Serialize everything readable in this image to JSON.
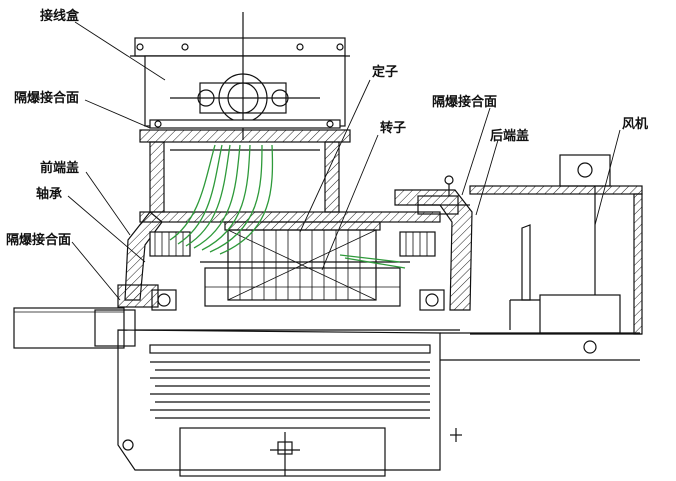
{
  "labels": {
    "junction_box": "接线盒",
    "flameproof_joint_top": "隔爆接合面",
    "front_end_cover": "前端盖",
    "bearing": "轴承",
    "flameproof_joint_bottom": "隔爆接合面",
    "stator": "定子",
    "rotor": "转子",
    "flameproof_joint_right": "隔爆接合面",
    "rear_end_cover": "后端盖",
    "fan": "风机"
  },
  "colors": {
    "line": "#111111",
    "hatch": "#222222",
    "winding": "#2e9a3a"
  }
}
